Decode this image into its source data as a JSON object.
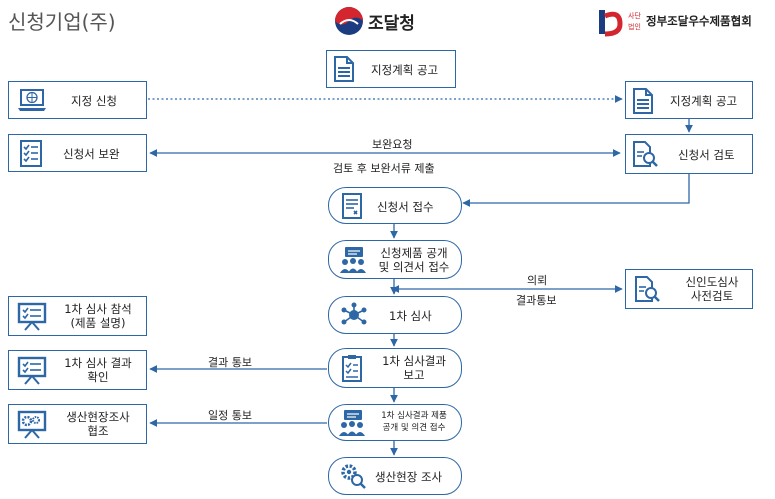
{
  "header": {
    "company_title": "신청기업(주)",
    "pps_name": "조달청",
    "assoc_small_top": "사단",
    "assoc_small_bottom": "법인",
    "assoc_name": "정부조달우수제품협회"
  },
  "left_nodes": {
    "apply": "지정 신청",
    "supplement": "신청서 보완",
    "attend_1": "1차 심사 참석",
    "attend_2": "(제품 설명)",
    "confirm_1": "1차 심사 결과",
    "confirm_2": "확인",
    "cooperate_1": "생산현장조사",
    "cooperate_2": "협조"
  },
  "right_nodes": {
    "plan_notice": "지정계획 공고",
    "review": "신청서 검토",
    "pre_review_1": "신인도심사",
    "pre_review_2": "사전검토"
  },
  "center_nodes": {
    "plan_notice": "지정계획 공고",
    "receipt": "신청서 접수",
    "disclose_1": "신청제품 공개",
    "disclose_2": "및 의견서 접수",
    "first_review": "1차 심사",
    "result_report_1": "1차 심사결과",
    "result_report_2": "보고",
    "result_disclose_1": "1차 심사결과 제품",
    "result_disclose_2": "공개 및 의견 접수",
    "site_survey": "생산현장 조사"
  },
  "edges": {
    "request_supplement": "보완요청",
    "submit_after_review": "검토 후 보완서류 제출",
    "request": "의뢰",
    "notify_result_right": "결과통보",
    "notify_result_left": "결과 통보",
    "notify_schedule": "일정 통보"
  },
  "colors": {
    "border": "#2E67A6",
    "icon": "#2E67A6",
    "pps_red": "#D3262E",
    "pps_blue": "#1C3C82"
  }
}
